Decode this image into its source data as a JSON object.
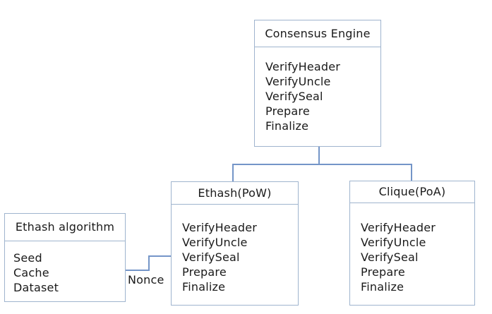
{
  "diagram": {
    "nodes": {
      "consensus": {
        "title": "Consensus Engine",
        "members": [
          "VerifyHeader",
          "VerifyUncle",
          "VerifySeal",
          "Prepare",
          "Finalize"
        ]
      },
      "ethash_pow": {
        "title": "Ethash(PoW)",
        "members": [
          "VerifyHeader",
          "VerifyUncle",
          "VerifySeal",
          "Prepare",
          "Finalize"
        ]
      },
      "clique_poa": {
        "title": "Clique(PoA)",
        "members": [
          "VerifyHeader",
          "VerifyUncle",
          "VerifySeal",
          "Prepare",
          "Finalize"
        ]
      },
      "ethash_algorithm": {
        "title": "Ethash algorithm",
        "members": [
          "Seed",
          "Cache",
          "Dataset"
        ]
      }
    },
    "edge_label_nonce": "Nonce",
    "colors": {
      "background": "#ffffff",
      "box_border": "#9fb4ce",
      "connector": "#7495c8",
      "text": "#1a1a1a"
    }
  }
}
